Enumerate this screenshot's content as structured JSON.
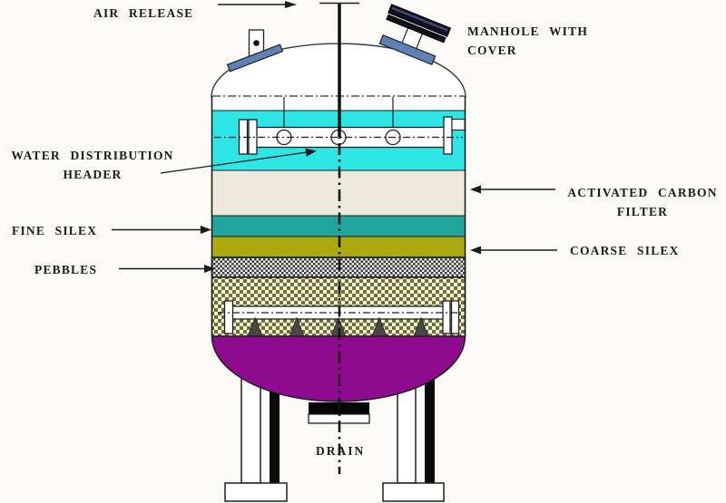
{
  "labels": {
    "air_release": "AIR RELEASE",
    "manhole_line1": "MANHOLE WITH",
    "manhole_line2": "COVER",
    "water_header_line1": "WATER DISTRIBUTION",
    "water_header_line2": "HEADER",
    "activated_carbon_line1": "ACTIVATED CARBON",
    "activated_carbon_line2": "FILTER",
    "fine_silex": "FINE SILEX",
    "coarse_silex": "COARSE SILEX",
    "pebbles": "PEBBLES",
    "drain": "DRAIN"
  },
  "colors": {
    "water_zone": "#2EE6E6",
    "activated_carbon": "#EDEADC",
    "fine_silex": "#21A49B",
    "coarse_silex": "#ABA90E",
    "pebbles_dark": "#2e2e2e",
    "gravel_dark": "#6E6E35",
    "gravel_light": "#F6F6DC",
    "bottom_dish": "#8E0B90",
    "fitting_blue": "#5E82B8",
    "line": "#1f1f1f",
    "white": "#ffffff"
  },
  "vessel": {
    "layers_top_to_bottom": [
      {
        "name": "water distribution zone",
        "color": "#2EE6E6"
      },
      {
        "name": "activated carbon filter",
        "color": "#EDEADC"
      },
      {
        "name": "fine silex",
        "color": "#21A49B"
      },
      {
        "name": "coarse silex",
        "color": "#ABA90E"
      },
      {
        "name": "pebbles",
        "color": "pattern-stipple"
      },
      {
        "name": "support gravel with lateral collector",
        "color": "pattern-checker"
      },
      {
        "name": "bottom dish",
        "color": "#8E0B90"
      }
    ]
  }
}
